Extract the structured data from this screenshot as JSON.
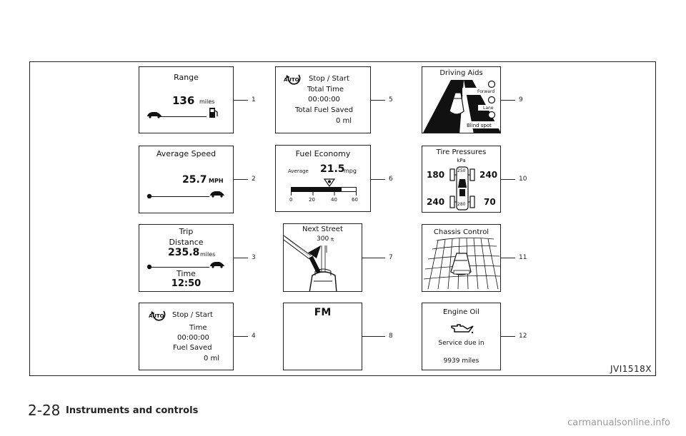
{
  "panels": {
    "p1": {
      "title": "Range",
      "value": "136",
      "unit": "miles"
    },
    "p2": {
      "title": "Average Speed",
      "value": "25.7",
      "unit": "MPH"
    },
    "p3": {
      "title1": "Trip",
      "title2": "Distance",
      "value": "235.8",
      "unit": "miles",
      "time_label": "Time",
      "time_value": "12:50"
    },
    "p4": {
      "title": "Stop / Start",
      "l1": "Time",
      "l2": "00:00:00",
      "l3": "Fuel Saved",
      "l4": "0 ml"
    },
    "p5": {
      "title": "Stop / Start",
      "l1": "Total Time",
      "l2": "00:00:00",
      "l3": "Total Fuel Saved",
      "l4": "0 ml"
    },
    "p6": {
      "title": "Fuel Economy",
      "avg_label": "Average",
      "value": "21.5",
      "unit": "mpg",
      "ticks": [
        "0",
        "20",
        "40",
        "60"
      ],
      "level": 0.78
    },
    "p7": {
      "title": "Next Street",
      "distance": "300",
      "dist_unit": "ft"
    },
    "p8": {
      "title": "FM"
    },
    "p9": {
      "title": "Driving Aids",
      "i1": "Forward",
      "i2": "Lane",
      "i3": "Blind spot"
    },
    "p10": {
      "title": "Tire Pressures",
      "unit": "kPa",
      "fl": "180",
      "fr": "240",
      "rl": "240",
      "rr": "70",
      "gauge_top": "250",
      "gauge_bottom": "280"
    },
    "p11": {
      "title": "Chassis Control"
    },
    "p12": {
      "title": "Engine Oil",
      "line": "Service due in",
      "value": "9939 miles"
    }
  },
  "auto_label": "AUTO",
  "callouts": [
    "1",
    "2",
    "3",
    "4",
    "5",
    "6",
    "7",
    "8",
    "9",
    "10",
    "11",
    "12"
  ],
  "figure_code": "JVI1518X",
  "footer": {
    "page": "2-28",
    "title": "Instruments and controls"
  },
  "watermark": "carmanualsonline.info"
}
